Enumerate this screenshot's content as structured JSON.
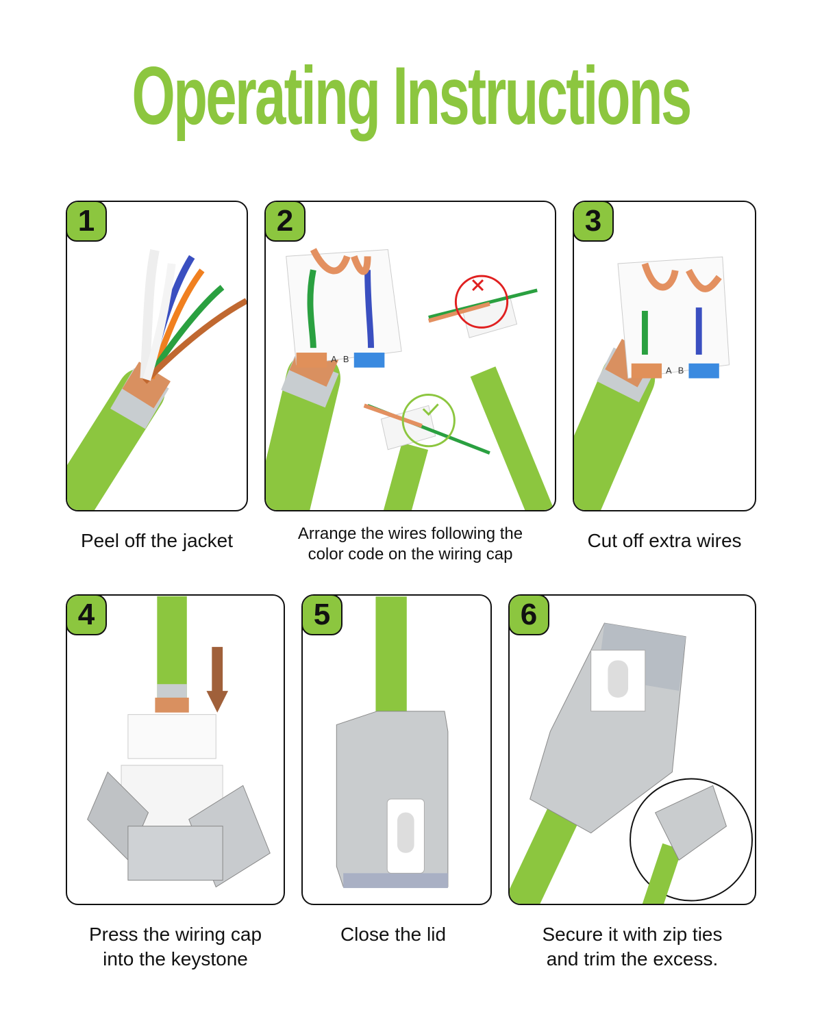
{
  "title": "Operating Instructions",
  "colors": {
    "accent": "#8cc63f",
    "cable": "#8cc63f",
    "arrow": "#a0603a",
    "wrong": "#e02020"
  },
  "steps": [
    {
      "number": "1",
      "caption_lines": [
        "Peel off the jacket"
      ]
    },
    {
      "number": "2",
      "caption_lines": [
        "Arrange the wires following the",
        "color code on the wiring cap"
      ],
      "labels": [
        "A",
        "B"
      ]
    },
    {
      "number": "3",
      "caption_lines": [
        "Cut off extra wires"
      ],
      "labels": [
        "A",
        "B"
      ]
    },
    {
      "number": "4",
      "caption_lines": [
        "Press the wiring cap",
        "into the keystone"
      ]
    },
    {
      "number": "5",
      "caption_lines": [
        "Close the lid"
      ]
    },
    {
      "number": "6",
      "caption_lines": [
        "Secure it with zip ties",
        "and trim the excess."
      ]
    }
  ]
}
